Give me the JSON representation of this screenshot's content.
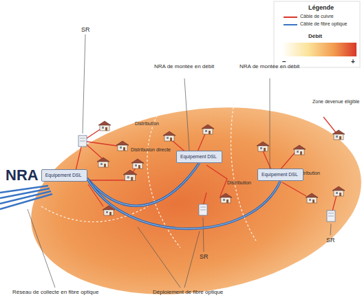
{
  "diagram": {
    "nodes": [
      {
        "text": [
          "NRA",
          "Equipement DSL"
        ]
      },
      {
        "text": [
          "Equipement DSL"
        ]
      },
      {
        "text": [
          "Equipement DSL"
        ]
      }
    ],
    "edges": [
      {
        "from": 0,
        "to": 1,
        "arrow": "none"
      },
      {
        "from": 0,
        "to": 2,
        "arrow": "none"
      }
    ],
    "labels": [
      "Légende",
      "Débit",
      "−",
      "+",
      "SR",
      "NRA de montée en débit",
      "NRA de montée en débit",
      "Zone devenue éligible",
      "Distribution",
      "Distribution directe",
      "Distribution",
      "Distribution",
      "SR",
      "SR",
      "Réseau de collecte en fibre optique",
      "Déploiement de fibre optique"
    ],
    "legend": [
      {
        "text": "Câble de cuivre"
      },
      {
        "text": "Câble de fibre optique"
      }
    ]
  }
}
